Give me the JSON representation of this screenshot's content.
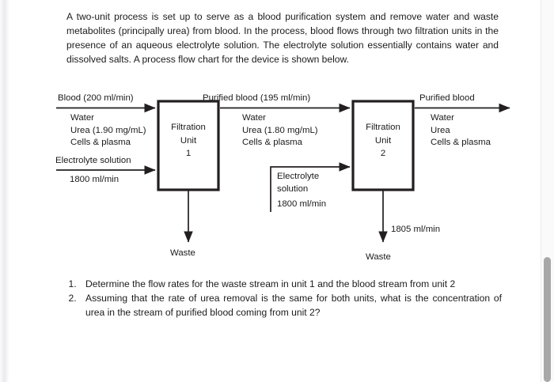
{
  "intro": {
    "paragraph": "A two-unit process is set up to serve as a blood purification system and remove water and waste metabolites (principally urea) from blood. In the process, blood flows through two filtration units in the presence of an aqueous electrolyte solution. The electrolyte solution essentially contains water and dissolved salts. A process flow chart for the device is shown below."
  },
  "flowchart": {
    "unit1": {
      "line1": "Filtration",
      "line2": "Unit",
      "line3": "1"
    },
    "unit2": {
      "line1": "Filtration",
      "line2": "Unit",
      "line3": "2"
    },
    "feed_blood": {
      "title": "Blood  (200 ml/min)",
      "c1": "Water",
      "c2": "Urea  (1.90 mg/mL)",
      "c3": "Cells & plasma"
    },
    "feed_electrolyte": {
      "title": "Electrolyte solution",
      "rate": "1800 ml/min"
    },
    "mid_blood": {
      "title": "Purified blood  (195 ml/min)",
      "c1": "Water",
      "c2": "Urea  (1.80 mg/mL)",
      "c3": "Cells & plasma"
    },
    "mid_electrolyte": {
      "l1": "Electrolyte",
      "l2": "solution",
      "l3": "1800 ml/min"
    },
    "product_blood": {
      "title": "Purified blood",
      "c1": "Water",
      "c2": "Urea",
      "c3": "Cells & plasma"
    },
    "waste1": {
      "label": "Waste"
    },
    "waste2": {
      "label": "Waste",
      "rate": "1805 ml/min"
    }
  },
  "questions": {
    "q1": "Determine the flow rates for the waste stream in unit 1 and the blood stream from unit 2",
    "q2": "Assuming that the rate of urea removal is the same for both units, what is the concentration of urea in the stream of purified blood coming from unit 2?"
  },
  "colors": {
    "text": "#1b1b1b",
    "stroke": "#231f20",
    "scrollbar_thumb": "#a8a8a8",
    "page_background": "#ffffff"
  }
}
